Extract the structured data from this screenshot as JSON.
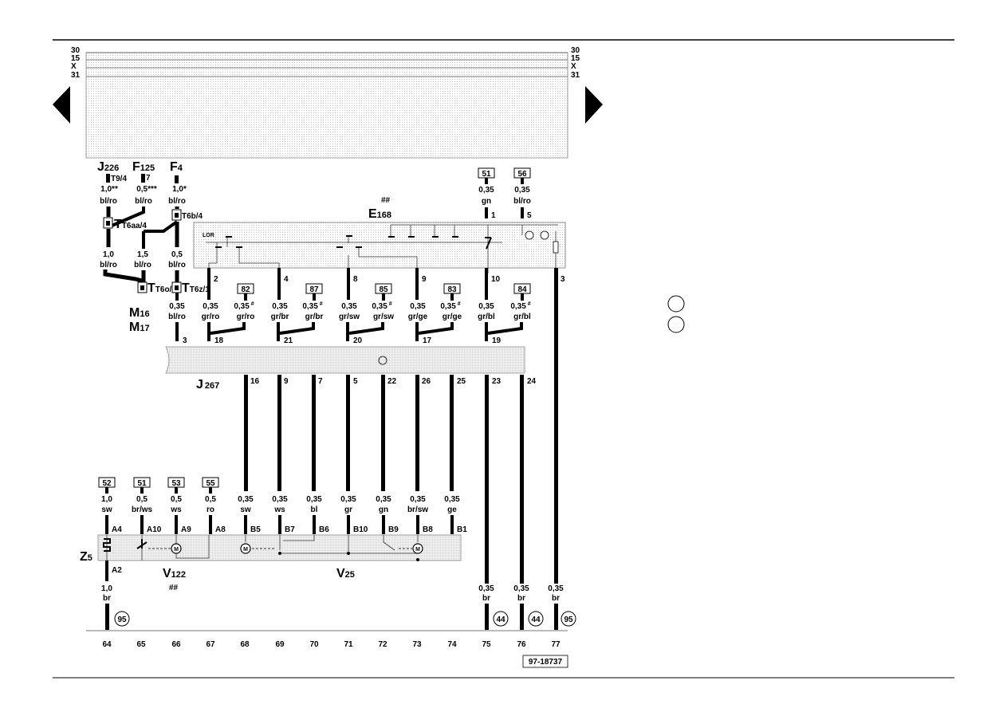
{
  "rails": {
    "left": [
      "30",
      "15",
      "X",
      "31"
    ],
    "right": [
      "30",
      "15",
      "X",
      "31"
    ]
  },
  "components": {
    "J226": {
      "letter": "J",
      "sub": "226"
    },
    "F125": {
      "letter": "F",
      "sub": "125"
    },
    "F4": {
      "letter": "F",
      "sub": "4"
    },
    "E168": {
      "letter": "E",
      "sub": "168",
      "mark": "##"
    },
    "M16": {
      "letter": "M",
      "sub": "16"
    },
    "M17": {
      "letter": "M",
      "sub": "17"
    },
    "J267": {
      "letter": "J",
      "sub": "267"
    },
    "Z5": {
      "letter": "Z",
      "sub": "5"
    },
    "V122": {
      "letter": "V",
      "sub": "122",
      "mark": "##"
    },
    "V25": {
      "letter": "V",
      "sub": "25"
    }
  },
  "lor_label": "LOR",
  "connectors": {
    "T9_4": "T9/4",
    "pin7": "7",
    "T6aa_4": "T6aa/4",
    "T6b_4": "T6b/4",
    "T6o_5": "T6o/5",
    "T6z_1": "T6z/1"
  },
  "wires_top": [
    {
      "size": "1,0**",
      "color": "bl/ro"
    },
    {
      "size": "0,5***",
      "color": "bl/ro"
    },
    {
      "size": "1,0*",
      "color": "bl/ro"
    }
  ],
  "wires_mid": [
    {
      "size": "1,0",
      "color": "bl/ro"
    },
    {
      "size": "1,5",
      "color": "bl/ro"
    },
    {
      "size": "0,5",
      "color": "bl/ro"
    }
  ],
  "e168_refs": [
    {
      "ref": "51",
      "size": "0,35",
      "color": "gn",
      "pin": "1"
    },
    {
      "ref": "56",
      "size": "0,35",
      "color": "bl/ro",
      "pin": "5"
    }
  ],
  "e168_pins": [
    "2",
    "4",
    "8",
    "9",
    "10",
    "3"
  ],
  "j267_top_wires": [
    {
      "size": "0,35",
      "color": "bl/ro",
      "pin": "3"
    },
    {
      "size": "0,35",
      "color": "gr/ro",
      "pin": "18",
      "ref": "82",
      "rsize": "0,35",
      "rcolor": "gr/ro",
      "mark": "#"
    },
    {
      "size": "0,35",
      "color": "gr/br",
      "pin": "21",
      "ref": "87",
      "rsize": "0,35",
      "rcolor": "gr/br",
      "mark": "#"
    },
    {
      "size": "0,35",
      "color": "gr/sw",
      "pin": "20",
      "ref": "85",
      "rsize": "0,35",
      "rcolor": "gr/sw",
      "mark": "#"
    },
    {
      "size": "0,35",
      "color": "gr/ge",
      "pin": "17",
      "ref": "83",
      "rsize": "0,35",
      "rcolor": "gr/ge",
      "mark": "#"
    },
    {
      "size": "0,35",
      "color": "gr/bl",
      "pin": "19",
      "ref": "84",
      "rsize": "0,35",
      "rcolor": "gr/bl",
      "mark": "#"
    }
  ],
  "j267_bottom_pins": [
    "16",
    "9",
    "7",
    "5",
    "22",
    "26",
    "25",
    "23",
    "24"
  ],
  "z5_refs": [
    {
      "ref": "52",
      "size": "1,0",
      "color": "sw",
      "pin": "A4"
    },
    {
      "ref": "51",
      "size": "0,5",
      "color": "br/ws",
      "pin": "A10"
    },
    {
      "ref": "53",
      "size": "0,5",
      "color": "ws",
      "pin": "A9"
    },
    {
      "ref": "55",
      "size": "0,5",
      "color": "ro",
      "pin": "A8"
    }
  ],
  "z5_wires": [
    {
      "size": "0,35",
      "color": "sw",
      "pin": "B5"
    },
    {
      "size": "0,35",
      "color": "ws",
      "pin": "B7"
    },
    {
      "size": "0,35",
      "color": "bl",
      "pin": "B6"
    },
    {
      "size": "0,35",
      "color": "gr",
      "pin": "B10"
    },
    {
      "size": "0,35",
      "color": "gn",
      "pin": "B9"
    },
    {
      "size": "0,35",
      "color": "br/sw",
      "pin": "B8"
    },
    {
      "size": "0,35",
      "color": "ge",
      "pin": "B1"
    }
  ],
  "ground_a2": {
    "pin": "A2",
    "size": "1,0",
    "color": "br",
    "ground": "95"
  },
  "ground_wires": [
    {
      "size": "0,35",
      "color": "br",
      "ground": "44"
    },
    {
      "size": "0,35",
      "color": "br",
      "ground": "44"
    },
    {
      "size": "0,35",
      "color": "br",
      "ground": "95"
    }
  ],
  "motor_label": "M",
  "tracks": [
    "64",
    "65",
    "66",
    "67",
    "68",
    "69",
    "70",
    "71",
    "72",
    "73",
    "74",
    "75",
    "76",
    "77"
  ],
  "drawing_number": "97-18737"
}
